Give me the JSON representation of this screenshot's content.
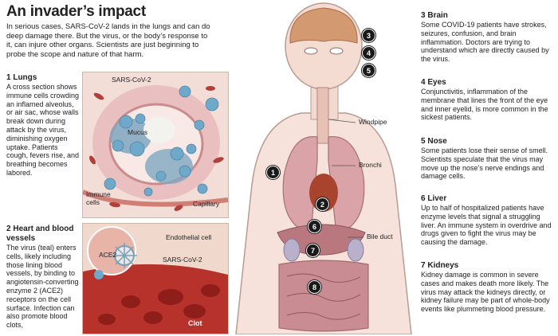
{
  "header": {
    "title": "An invader’s impact",
    "intro": "In serious cases, SARS-CoV-2 lands in the lungs and can do deep damage there. But the virus, or the body’s response to it, can injure other organs. Scientists are just beginning to probe the scope and nature of that harm."
  },
  "sections": [
    {
      "number": "1",
      "title": "Lungs",
      "text": "A cross section shows immune cells crowding an inflamed alveolus, or air sac, whose walls break down during attack by the virus, diminishing oxygen uptake. Patients cough, fevers rise, and breathing becomes labored."
    },
    {
      "number": "2",
      "title": "Heart and blood vessels",
      "text": "The virus (teal) enters cells, likely including those lining blood vessels, by binding to angiotensin-converting enzyme 2 (ACE2) receptors on the cell surface. Infection can also promote blood clots,"
    },
    {
      "number": "3",
      "title": "Brain",
      "text": "Some COVID-19 patients have strokes, seizures, confusion, and brain inflammation. Doctors are trying to understand which are directly caused by the virus."
    },
    {
      "number": "4",
      "title": "Eyes",
      "text": "Conjunctivitis, inflammation of the membrane that lines the front of the eye and inner eyelid, is more common in the sickest patients."
    },
    {
      "number": "5",
      "title": "Nose",
      "text": "Some patients lose their sense of smell. Scientists speculate that the virus may move up the nose’s nerve endings and damage cells."
    },
    {
      "number": "6",
      "title": "Liver",
      "text": "Up to half of hospitalized patients have enzyme levels that signal a struggling liver. An immune system in overdrive and drugs given to fight the virus may be causing the damage."
    },
    {
      "number": "7",
      "title": "Kidneys",
      "text": "Kidney damage is common in severe cases and makes death more likely. The virus may attack the kidneys directly, or kidney failure may be part of whole-body events like plummeting blood pressure."
    }
  ],
  "lung_panel_labels": {
    "virus": "SARS-CoV-2",
    "mucus": "Mucus",
    "immune_cells": "Immune cells",
    "capillary": "Capillary"
  },
  "vessel_panel_labels": {
    "endothelial": "Endothelial cell",
    "ace2": "ACE2",
    "virus": "SARS-CoV-2",
    "clot": "Clot"
  },
  "body_labels": {
    "windpipe": "Windpipe",
    "bronchi": "Bronchi",
    "bile_duct": "Bile duct"
  },
  "badges": [
    "1",
    "2",
    "3",
    "4",
    "5",
    "6",
    "7",
    "8"
  ],
  "colors": {
    "lung": "#d9a3a8",
    "heart": "#a8442e",
    "skin": "#f0d5cb",
    "brain": "#d39a72",
    "intestine": "#c98c92",
    "virus": "#6fa8c9"
  }
}
